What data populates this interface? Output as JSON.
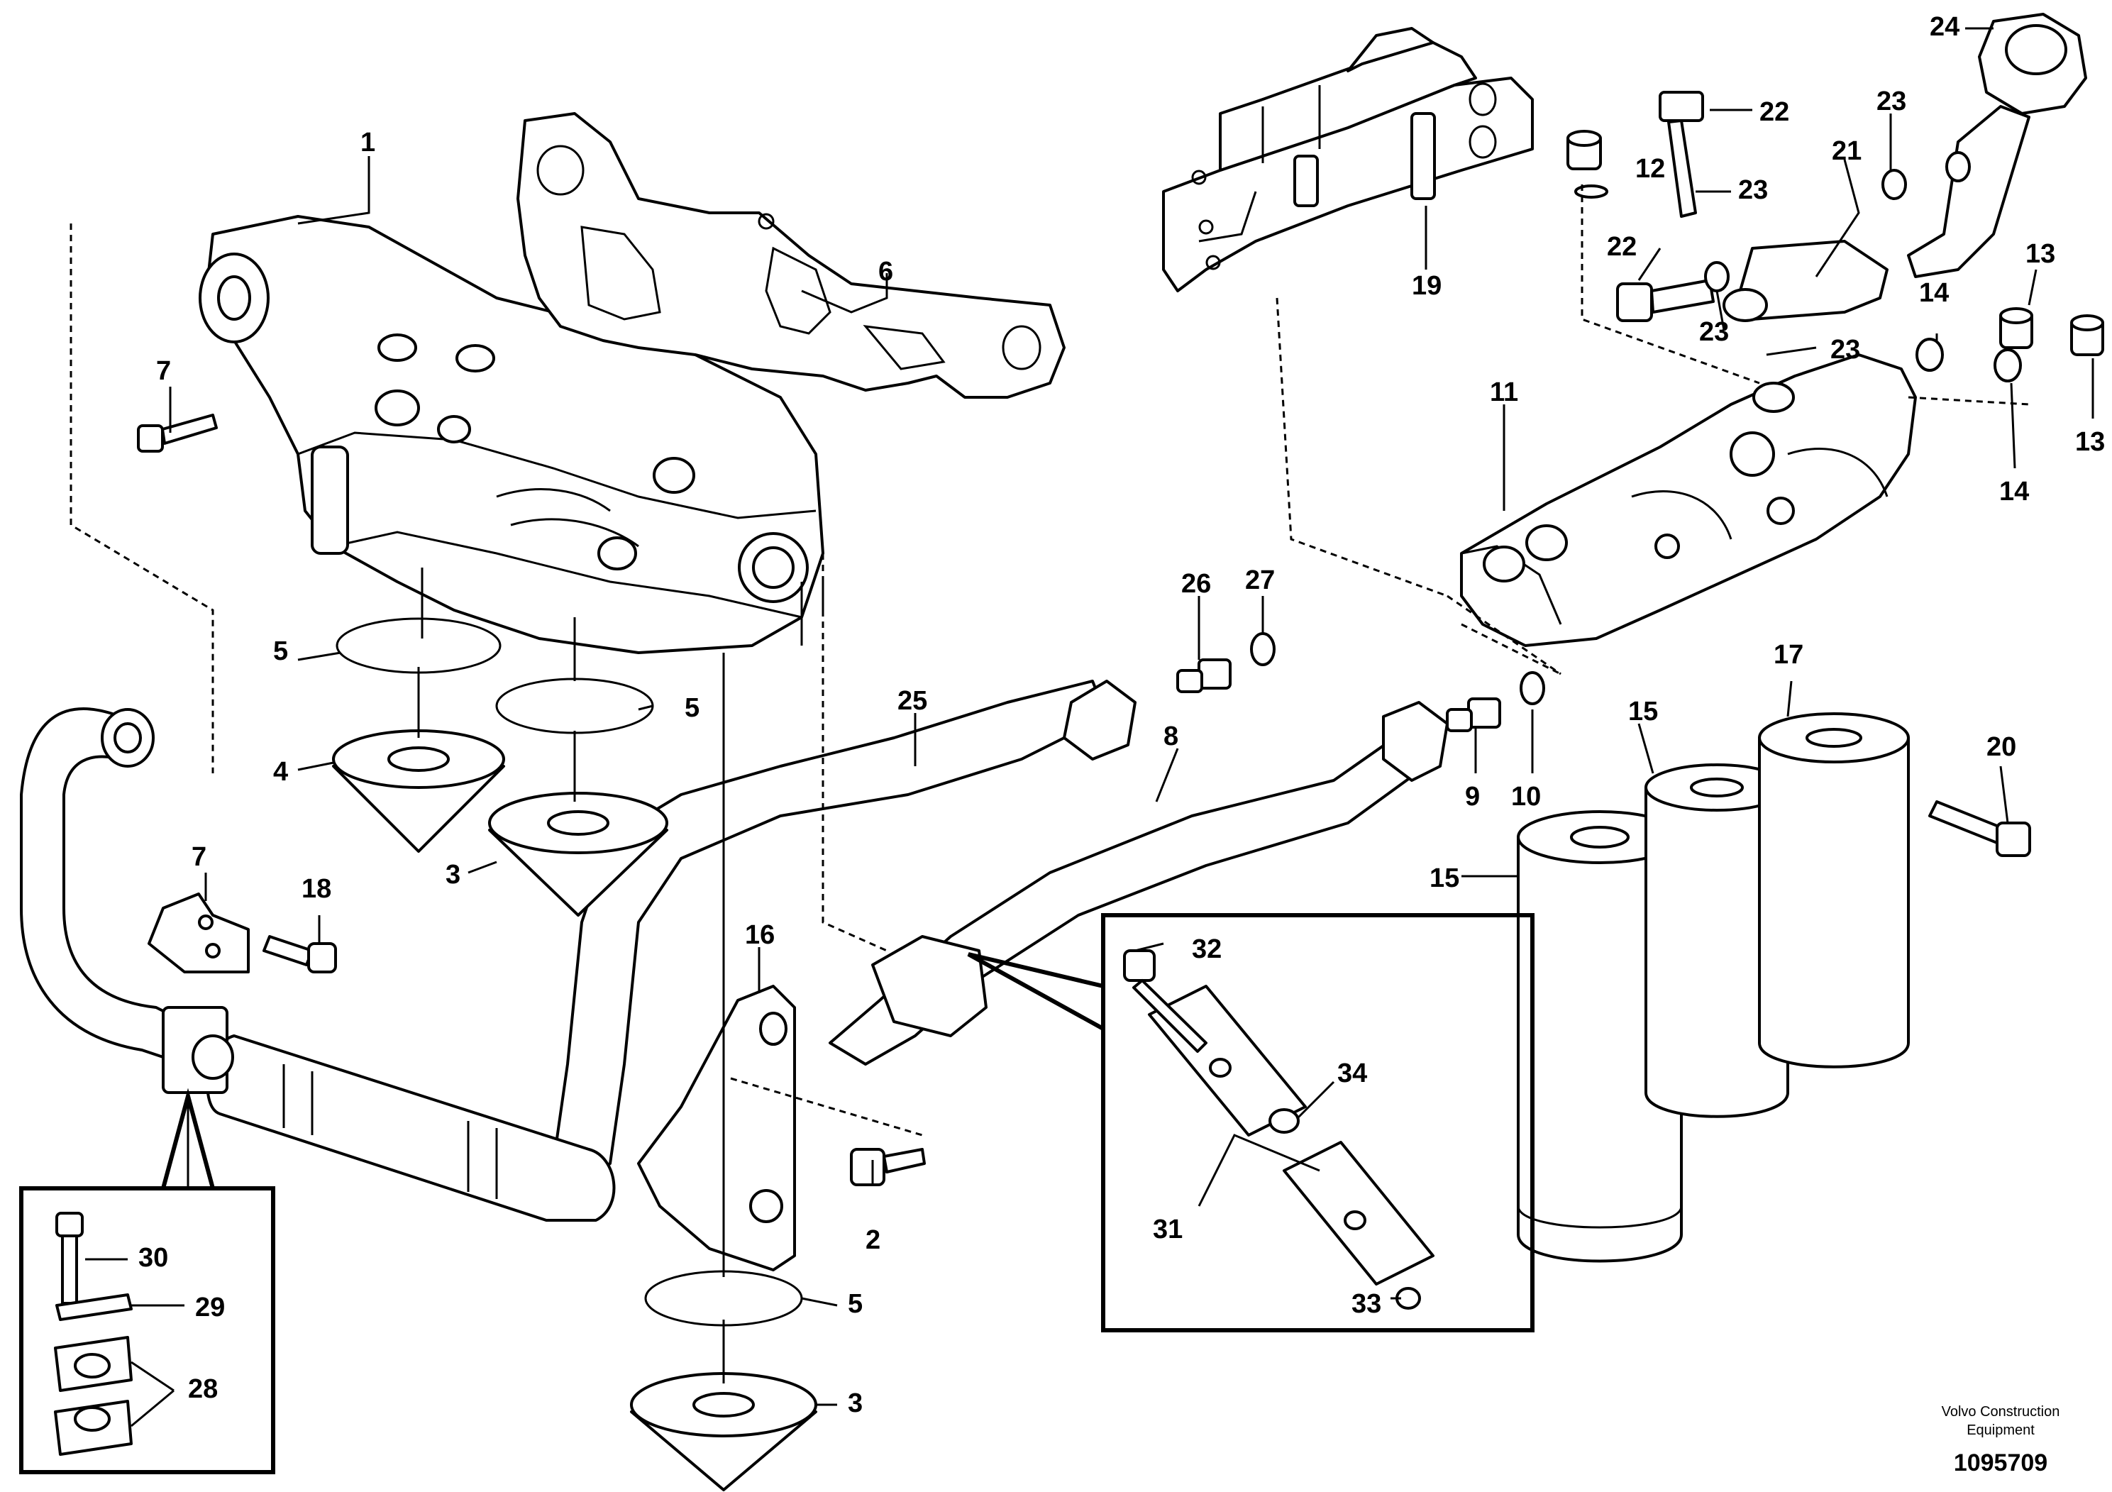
{
  "callouts": [
    {
      "id": "c1",
      "label": "1"
    },
    {
      "id": "c2",
      "label": "2"
    },
    {
      "id": "c3a",
      "label": "3"
    },
    {
      "id": "c3b",
      "label": "3"
    },
    {
      "id": "c4",
      "label": "4"
    },
    {
      "id": "c5a",
      "label": "5"
    },
    {
      "id": "c5b",
      "label": "5"
    },
    {
      "id": "c5c",
      "label": "5"
    },
    {
      "id": "c6",
      "label": "6"
    },
    {
      "id": "c7a",
      "label": "7"
    },
    {
      "id": "c7b",
      "label": "7"
    },
    {
      "id": "c8",
      "label": "8"
    },
    {
      "id": "c9",
      "label": "9"
    },
    {
      "id": "c10",
      "label": "10"
    },
    {
      "id": "c11",
      "label": "11"
    },
    {
      "id": "c12",
      "label": "12"
    },
    {
      "id": "c13a",
      "label": "13"
    },
    {
      "id": "c13b",
      "label": "13"
    },
    {
      "id": "c14a",
      "label": "14"
    },
    {
      "id": "c14b",
      "label": "14"
    },
    {
      "id": "c15a",
      "label": "15"
    },
    {
      "id": "c15b",
      "label": "15"
    },
    {
      "id": "c16",
      "label": "16"
    },
    {
      "id": "c17",
      "label": "17"
    },
    {
      "id": "c18",
      "label": "18"
    },
    {
      "id": "c19",
      "label": "19"
    },
    {
      "id": "c20",
      "label": "20"
    },
    {
      "id": "c21",
      "label": "21"
    },
    {
      "id": "c22a",
      "label": "22"
    },
    {
      "id": "c22b",
      "label": "22"
    },
    {
      "id": "c23a",
      "label": "23"
    },
    {
      "id": "c23b",
      "label": "23"
    },
    {
      "id": "c23c",
      "label": "23"
    },
    {
      "id": "c23d",
      "label": "23"
    },
    {
      "id": "c24",
      "label": "24"
    },
    {
      "id": "c25",
      "label": "25"
    },
    {
      "id": "c26",
      "label": "26"
    },
    {
      "id": "c27",
      "label": "27"
    },
    {
      "id": "c28",
      "label": "28"
    },
    {
      "id": "c29",
      "label": "29"
    },
    {
      "id": "c30",
      "label": "30"
    },
    {
      "id": "c31",
      "label": "31"
    },
    {
      "id": "c32",
      "label": "32"
    },
    {
      "id": "c33",
      "label": "33"
    },
    {
      "id": "c34",
      "label": "34"
    }
  ],
  "footer": {
    "brand_line1": "Volvo Construction",
    "brand_line2": "Equipment",
    "doc_number": "1095709"
  }
}
